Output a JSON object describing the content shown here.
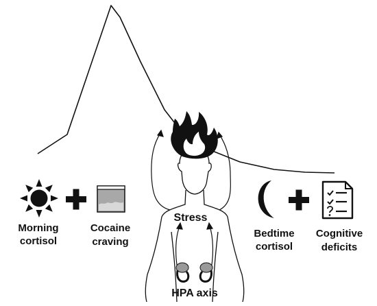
{
  "labels": {
    "morning_line1": "Morning",
    "morning_line2": "cortisol",
    "cocaine_line1": "Cocaine",
    "cocaine_line2": "craving",
    "stress": "Stress",
    "hpa": "HPA axis",
    "bedtime_line1": "Bedtime",
    "bedtime_line2": "cortisol",
    "cognitive_line1": "Cognitive",
    "cognitive_line2": "deficits"
  },
  "icons": {
    "sun": "sun-icon",
    "plus": "plus-icon",
    "cocaine": "cocaine-bag-icon",
    "flame": "flame-icon",
    "moon": "crescent-moon-icon",
    "checklist": "checklist-icon",
    "adrenal": "adrenal-gland-icon"
  },
  "colors": {
    "ink": "#111111",
    "gland": "#9a9a9a",
    "powder": "#d8d8d8",
    "bag_fill": "#a8a8a8"
  }
}
